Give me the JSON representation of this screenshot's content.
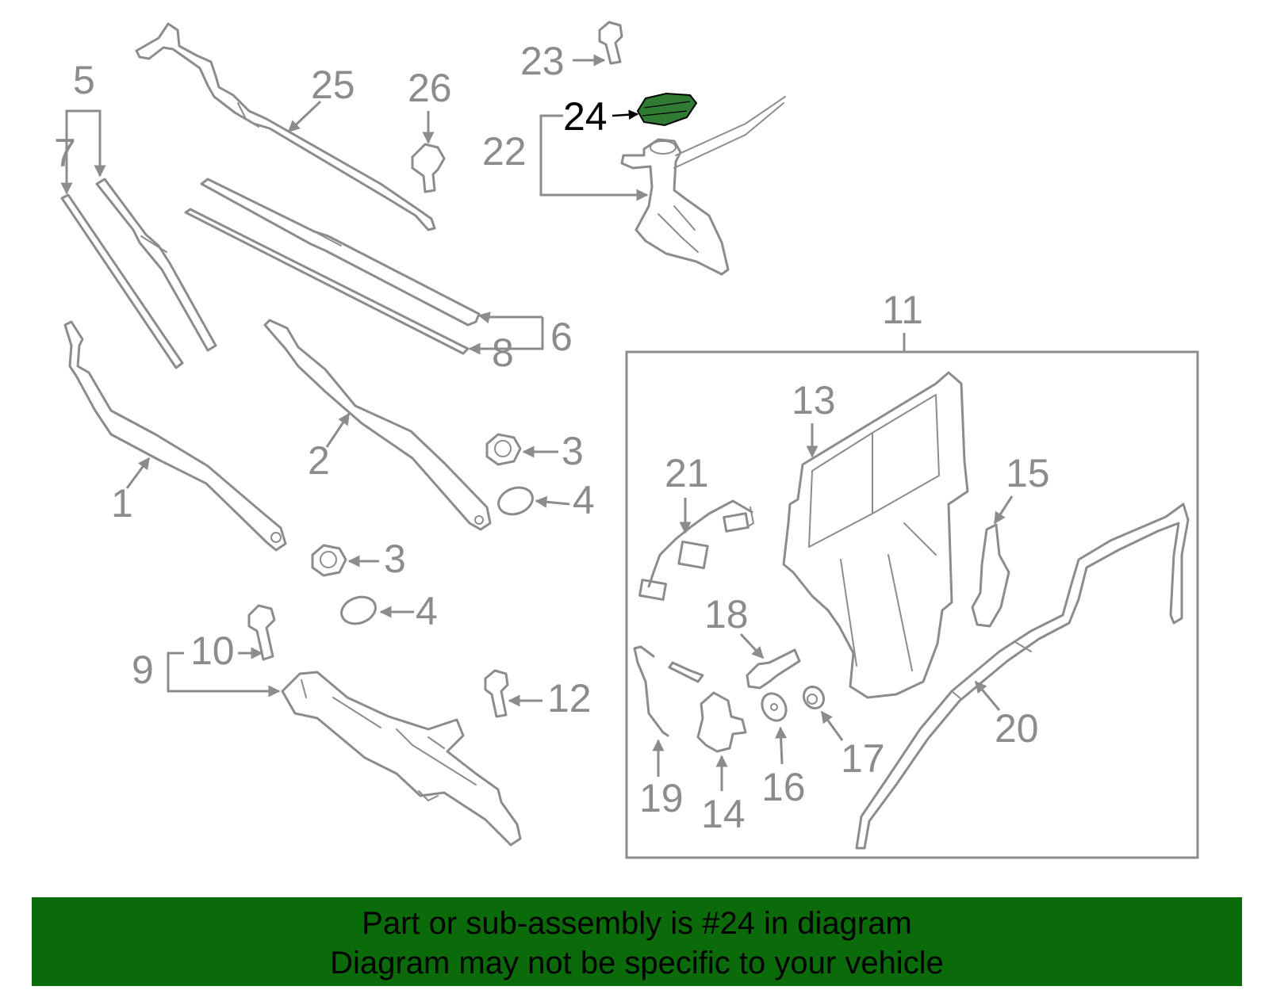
{
  "diagram": {
    "highlight_part": "24",
    "highlight_color": "#2e7d32",
    "banner_color": "#0b6b0b",
    "labels": {
      "p1": "1",
      "p2": "2",
      "p3a": "3",
      "p3b": "3",
      "p4a": "4",
      "p4b": "4",
      "p5": "5",
      "p6": "6",
      "p7": "7",
      "p8": "8",
      "p9": "9",
      "p10": "10",
      "p11": "11",
      "p12": "12",
      "p13": "13",
      "p14": "14",
      "p15": "15",
      "p16": "16",
      "p17": "17",
      "p18": "18",
      "p19": "19",
      "p20": "20",
      "p21": "21",
      "p22": "22",
      "p23": "23",
      "p24": "24",
      "p25": "25",
      "p26": "26"
    }
  },
  "banner": {
    "line1": "Part or sub-assembly is #24 in diagram",
    "line2": "Diagram may not be specific to your vehicle"
  }
}
